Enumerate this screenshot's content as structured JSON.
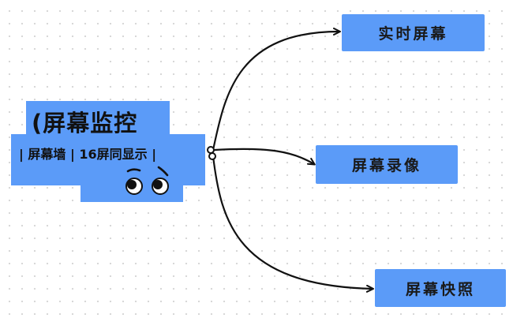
{
  "central": {
    "title": "(屏幕监控",
    "subtitle": "| 屏幕墙 | 16屏同显示 |"
  },
  "branches": [
    {
      "label": "实时屏幕"
    },
    {
      "label": "屏幕录像"
    },
    {
      "label": "屏幕快照"
    }
  ],
  "colors": {
    "node_fill": "#5b9bf8",
    "line": "#111111",
    "text": "#111111"
  }
}
